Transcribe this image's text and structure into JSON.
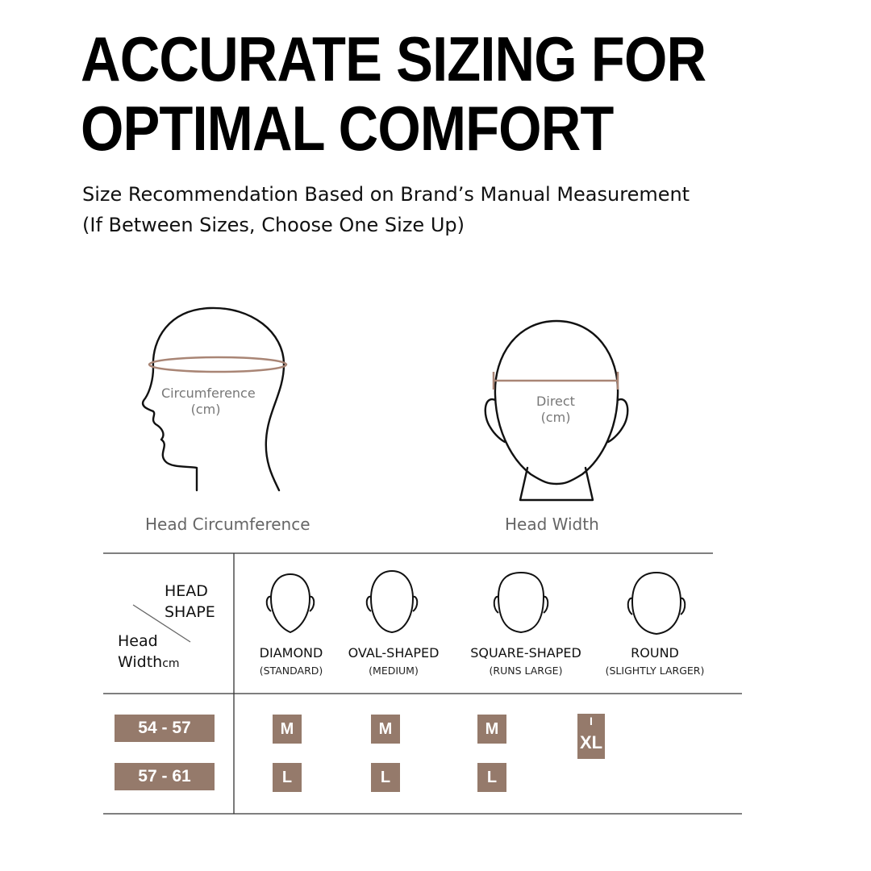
{
  "header": {
    "title_line1": "ACCURATE SIZING FOR",
    "title_line2": "OPTIMAL COMFORT",
    "subtitle_line1": "Size Recommendation Based on Brand’s Manual Measurement",
    "subtitle_line2": "(If Between Sizes, Choose One Size Up)"
  },
  "figures": {
    "circumference": {
      "inner_line1": "Circumference",
      "inner_line2": "(cm)",
      "caption": "Head Circumference"
    },
    "width": {
      "inner_line1": "Direct",
      "inner_line2": "(cm)",
      "caption": "Head Width"
    },
    "measure_color": "#a98575",
    "outline_color": "#111111"
  },
  "table": {
    "corner_top_line1": "HEAD",
    "corner_top_line2": "SHAPE",
    "corner_bottom_line1": "Head",
    "corner_bottom_line2": "Width",
    "corner_unit": "cm",
    "shapes": [
      {
        "name": "DIAMOND",
        "note": "(STANDARD)"
      },
      {
        "name": "OVAL-SHAPED",
        "note": "(MEDIUM)"
      },
      {
        "name": "SQUARE-SHAPED",
        "note": "(RUNS LARGE)"
      },
      {
        "name": "ROUND",
        "note": "(SLIGHTLY LARGER)"
      }
    ],
    "rows": [
      {
        "range": "54 - 57",
        "sizes": [
          "M",
          "M",
          "M"
        ]
      },
      {
        "range": "57 - 61",
        "sizes": [
          "L",
          "L",
          "L"
        ]
      }
    ],
    "round_size": {
      "top": "I",
      "bottom": "XL"
    },
    "chip_color": "#957a6b"
  }
}
